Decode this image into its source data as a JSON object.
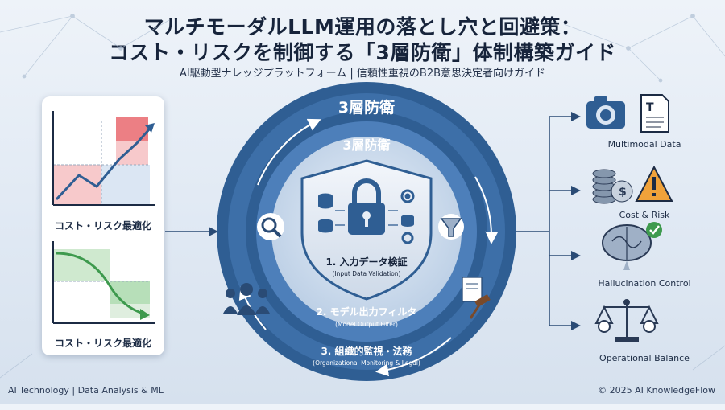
{
  "header": {
    "title_line1": "マルチモーダルLLM運用の落とし穴と回避策：",
    "title_line2": "コスト・リスクを制御する「3層防衛」体制構築ガイド",
    "subtitle": "AI駆動型ナレッジプラットフォーム | 信頼性重視のB2B意思決定者向けガイド"
  },
  "left_panel": {
    "top_chart_label": "コスト・リスク最適化",
    "bottom_chart_label": "コスト・リスク最適化"
  },
  "center": {
    "outer_ring_label": "3層防衛",
    "inner_ring_label": "3層防衛",
    "layers": [
      {
        "label": "1. 入力データ検証",
        "sub": "(Input Data Validation)"
      },
      {
        "label": "2. モデル出力フィルタ",
        "sub": "(Model Output Filter)"
      },
      {
        "label": "3. 組織的監視・法務",
        "sub": "(Organizational Monitoring & Legal)"
      }
    ]
  },
  "right_panel": {
    "items": [
      {
        "label": "Multimodal Data",
        "icons": [
          "camera-icon",
          "document-icon"
        ]
      },
      {
        "label": "Cost & Risk",
        "icons": [
          "coins-icon",
          "warning-icon"
        ]
      },
      {
        "label": "Hallucination Control",
        "icons": [
          "brain-icon",
          "check-icon"
        ]
      },
      {
        "label": "Operational Balance",
        "icons": [
          "scale-icon"
        ]
      }
    ]
  },
  "footer": {
    "left": "AI Technology | Data Analysis & ML",
    "right": "© 2025 AI KnowledgeFlow"
  },
  "colors": {
    "ring_dark": "#2f5e93",
    "ring_light": "#5d8cc4",
    "shield": "#e8eef6",
    "accent_red": "#e8646a",
    "accent_green": "#3e9a4e"
  }
}
